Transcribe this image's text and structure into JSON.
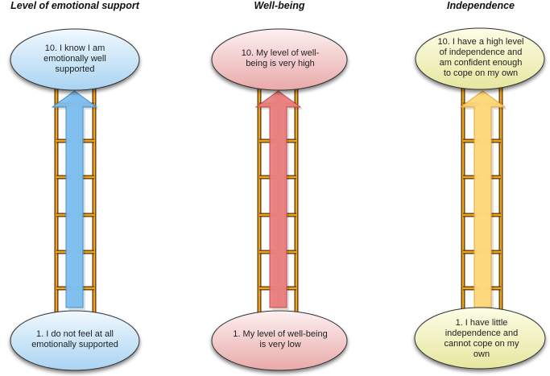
{
  "ladders": [
    {
      "id": "emotional-support",
      "title": "Level of emotional support",
      "top_label": "10. I know I am emotionally well supported",
      "bottom_label": "1. I do not feel at all emotionally supported",
      "top_value": 10,
      "bottom_value": 1,
      "colors": {
        "fill_light": "#f0f8fe",
        "fill_dark": "#a9d3f2",
        "arrow": "#7fbfee",
        "arrow_stroke": "#3d8fd1"
      }
    },
    {
      "id": "well-being",
      "title": "Well-being",
      "top_label": "10. My level of well-being is very high",
      "bottom_label": "1. My level of well-being is very low",
      "top_value": 10,
      "bottom_value": 1,
      "colors": {
        "fill_light": "#fdf0f0",
        "fill_dark": "#e9a9a9",
        "arrow": "#e98080",
        "arrow_stroke": "#c84545"
      }
    },
    {
      "id": "independence",
      "title": "Independence",
      "top_label": "10. I have a high level of independence and am confident enough to cope on my own",
      "bottom_label": "1. I have little independence and cannot cope on my own",
      "top_value": 10,
      "bottom_value": 1,
      "colors": {
        "fill_light": "#fdfde6",
        "fill_dark": "#e6e6a0",
        "arrow": "#fdd97a",
        "arrow_stroke": "#e9a23a"
      }
    }
  ],
  "ladder_colors": {
    "rail": "#f2a516",
    "rail_outline": "#5a3a10"
  }
}
